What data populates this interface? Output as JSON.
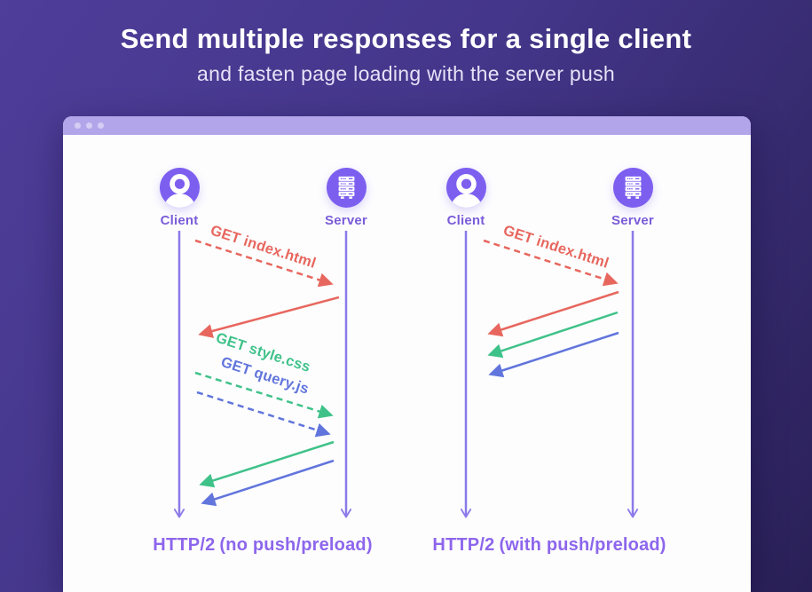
{
  "header": {
    "title": "Send multiple responses for a single client",
    "subtitle": "and fasten page loading with the server push"
  },
  "colors": {
    "bg-start": "#4f3e9a",
    "bg-mid": "#44368a",
    "bg-end": "#2a2057",
    "titlebar": "#b3a5ea",
    "dot": "#d6ccf4",
    "card": "#fdfdfe",
    "icon": "#7d5ff0",
    "actor-label": "#7a5cd9",
    "lifeline": "#8b7ae9",
    "caption": "#8d66ec",
    "red": "#e7675e",
    "green": "#3fc289",
    "blue": "#6175dc"
  },
  "diagrams": [
    {
      "client_label": "Client",
      "server_label": "Server",
      "messages": {
        "index": "GET index.html",
        "style": "GET style.css",
        "query": "GET query.js"
      },
      "caption": {
        "prefix": "HTTP/2",
        "bold": "(no push/preload)"
      }
    },
    {
      "client_label": "Client",
      "server_label": "Server",
      "messages": {
        "index": "GET index.html"
      },
      "caption": {
        "prefix": "HTTP/2",
        "bold": "(with push/preload)"
      }
    }
  ]
}
